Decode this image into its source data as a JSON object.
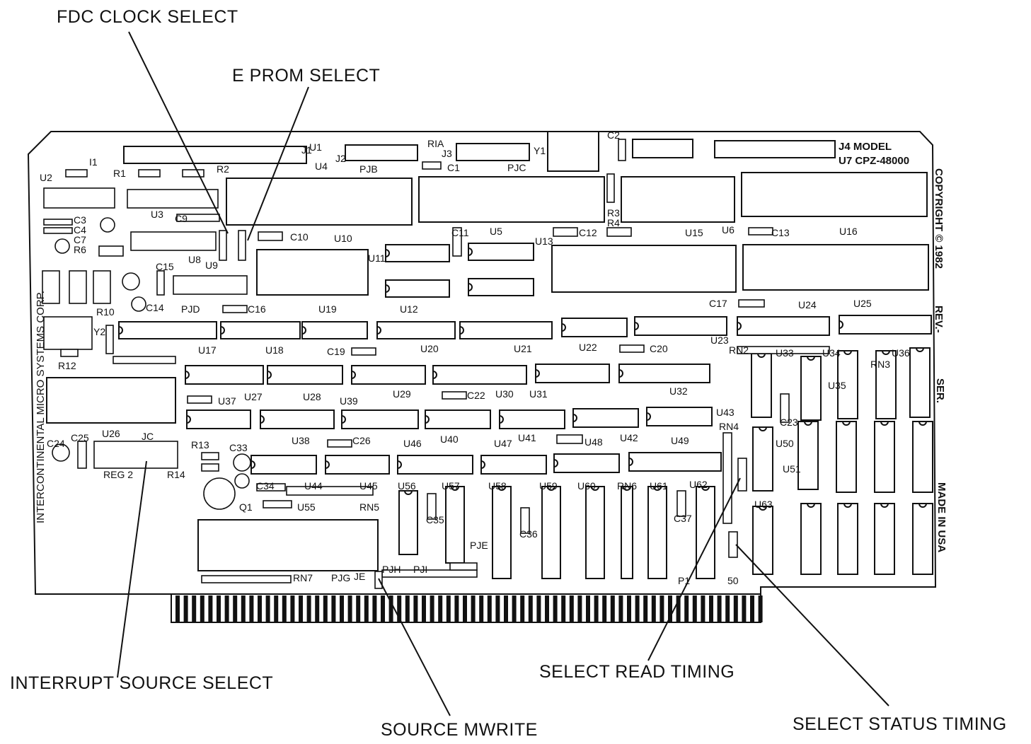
{
  "callouts": {
    "fdc_clock": "FDC CLOCK SELECT",
    "eprom": "E PROM SELECT",
    "interrupt": "INTERRUPT SOURCE SELECT",
    "mwrite": "SOURCE MWRITE",
    "read_timing": "SELECT READ TIMING",
    "status_timing": "SELECT STATUS TIMING"
  },
  "board_text": {
    "model": "J4 MODEL",
    "model_no": "U7 CPZ-48000",
    "copyright": "COPYRIGHT © 1982",
    "rev": "REV.-",
    "ser": "SER.",
    "made": "MADE IN USA",
    "maker": "INTERCONTINENTAL MICRO SYSTEMS CORP.",
    "edge_p1": "P1",
    "edge_50": "50"
  },
  "labels": [
    "U1",
    "U2",
    "U3",
    "U4",
    "U5",
    "U6",
    "U8",
    "U9",
    "U10",
    "U11",
    "U12",
    "U13",
    "U15",
    "U16",
    "U17",
    "U18",
    "U19",
    "U20",
    "U21",
    "U22",
    "U23",
    "U24",
    "U25",
    "U26",
    "U27",
    "U28",
    "U29",
    "U30",
    "U31",
    "U32",
    "U33",
    "U34",
    "U35",
    "U36",
    "U37",
    "U38",
    "U39",
    "U40",
    "U41",
    "U42",
    "U43",
    "U44",
    "U45",
    "U46",
    "U47",
    "U48",
    "U49",
    "U50",
    "U51",
    "U55",
    "U56",
    "U57",
    "U58",
    "U59",
    "U60",
    "U61",
    "U62",
    "U63",
    "C1",
    "C2",
    "C3",
    "C4",
    "C7",
    "C9",
    "C10",
    "C11",
    "C12",
    "C13",
    "C14",
    "C15",
    "C16",
    "C17",
    "C19",
    "C20",
    "C22",
    "C23",
    "C24",
    "C25",
    "C26",
    "C33",
    "C34",
    "C35",
    "C36",
    "C37",
    "R1",
    "R2",
    "R3",
    "R4",
    "R6",
    "R10",
    "R12",
    "R13",
    "R14",
    "RIA",
    "RN2",
    "RN3",
    "RN4",
    "RN5",
    "RN6",
    "RN7",
    "J1",
    "J2",
    "J3",
    "JC",
    "JE",
    "Y1",
    "Y2",
    "REG 2",
    "PJB",
    "PJC",
    "PJD",
    "PJG",
    "PJE",
    "PJH",
    "PJI",
    "Q1",
    "I1"
  ]
}
